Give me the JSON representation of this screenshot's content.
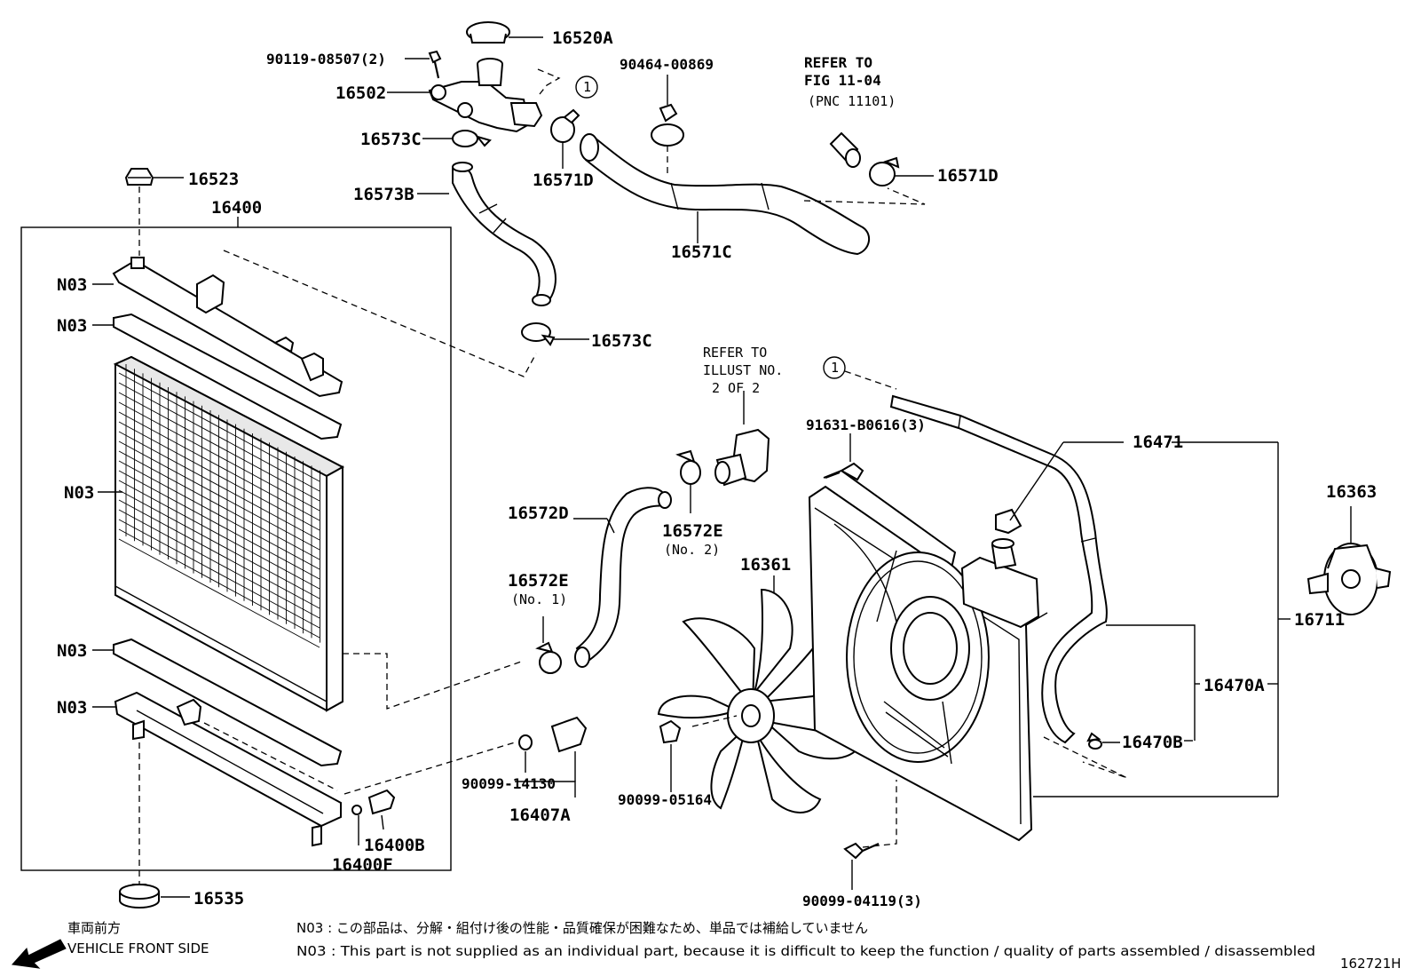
{
  "diagram": {
    "labels": {
      "p16520A": "16520A",
      "p90119": "90119-08507(2)",
      "p16502": "16502",
      "p16573C_top": "16573C",
      "p16571D_left": "16571D",
      "p90464": "90464-00869",
      "refer_fig_line1": "REFER TO",
      "refer_fig_line2": "FIG 11-04",
      "refer_fig_line3": "(PNC 11101)",
      "p16571D_right": "16571D",
      "p16523": "16523",
      "p16400": "16400",
      "p16573B": "16573B",
      "p16571C": "16571C",
      "p16573C_mid": "16573C",
      "n03_1": "N03",
      "n03_2": "N03",
      "n03_3": "N03",
      "n03_4": "N03",
      "n03_5": "N03",
      "refer_illust_line1": "REFER TO",
      "refer_illust_line2": "ILLUST NO.",
      "refer_illust_line3": "2 OF 2",
      "p91631": "91631-B0616(3)",
      "p16471": "16471",
      "p16363": "16363",
      "p16572D": "16572D",
      "p16572E_no2": "16572E",
      "no2": "(No. 2)",
      "p16361": "16361",
      "p16572E_no1": "16572E",
      "no1": "(No. 1)",
      "p16711": "16711",
      "p16470A": "16470A",
      "p16470B": "16470B",
      "p90099_14130": "90099-14130",
      "p16407A": "16407A",
      "p90099_05164": "90099-05164",
      "p16400B": "16400B",
      "p16400F": "16400F",
      "p16535": "16535",
      "p90099_04119": "90099-04119(3)",
      "circle_ref": "1"
    },
    "notes": {
      "front_jp": "車両前方",
      "front_en": "VEHICLE FRONT SIDE",
      "n03_jp": "N03 : この部品は、分解・組付け後の性能・品質確保が困難なため、単品では補給していません",
      "n03_en": "N03 : This part is not supplied as an individual part, because it is difficult to keep the function / quality of parts assembled / disassembled"
    },
    "figure_id": "162721H"
  }
}
